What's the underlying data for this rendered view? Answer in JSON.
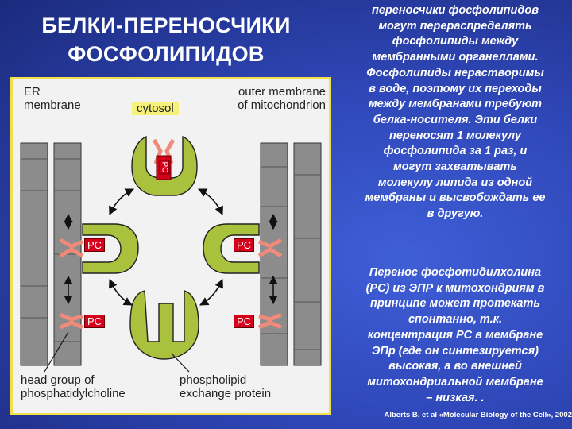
{
  "title": {
    "line1": "БЕЛКИ-ПЕРЕНОСЧИКИ",
    "line2": "ФОСФОЛИПИДОВ"
  },
  "diagram": {
    "er_membrane_label": [
      "ER",
      "membrane"
    ],
    "cytosol_label": "cytosol",
    "outer_membrane_label": [
      "outer membrane",
      "of mitochondrion"
    ],
    "pc_tag": "PC",
    "head_group_label": [
      "head group of",
      "phosphatidylcholine"
    ],
    "exchange_protein_label": [
      "phospholipid",
      "exchange protein"
    ]
  },
  "text": {
    "paragraph1": [
      "переносчики фосфолипидов",
      "могут перераспределять",
      "фосфолипиды между",
      "мембранными органеллами.",
      "Фосфолипиды нерастворимы",
      "в воде, поэтому их переходы",
      "между мембранами требуют",
      "белка-носителя. Эти белки",
      "переносят 1 молекулу",
      "фосфолипида за 1 раз, и",
      "могут захватывать",
      "молекулу липида из одной",
      "мембраны и высвобождать ее",
      "в другую."
    ],
    "paragraph2": [
      "Перенос фосфотидилхолина",
      "(PC) из ЭПР к митохондриям в",
      "принципе может протекать",
      "спонтанно, т.к.",
      "концентрация  PC в мембране",
      "ЭПр (где он синтезируется)",
      "высокая, а во внешней",
      "митохондриальной мембране",
      "– низкая. ."
    ],
    "citation": "Alberts B. et al «Molecular Biology of the Cell», 2002"
  },
  "colors": {
    "background": "#2f47b8",
    "frame_border": "#f2e04a",
    "membrane_gray": "#8c8c8c",
    "protein_green": "#a9c13c",
    "pc_red": "#d6001c",
    "lipid_salmon": "#f08a7a"
  }
}
